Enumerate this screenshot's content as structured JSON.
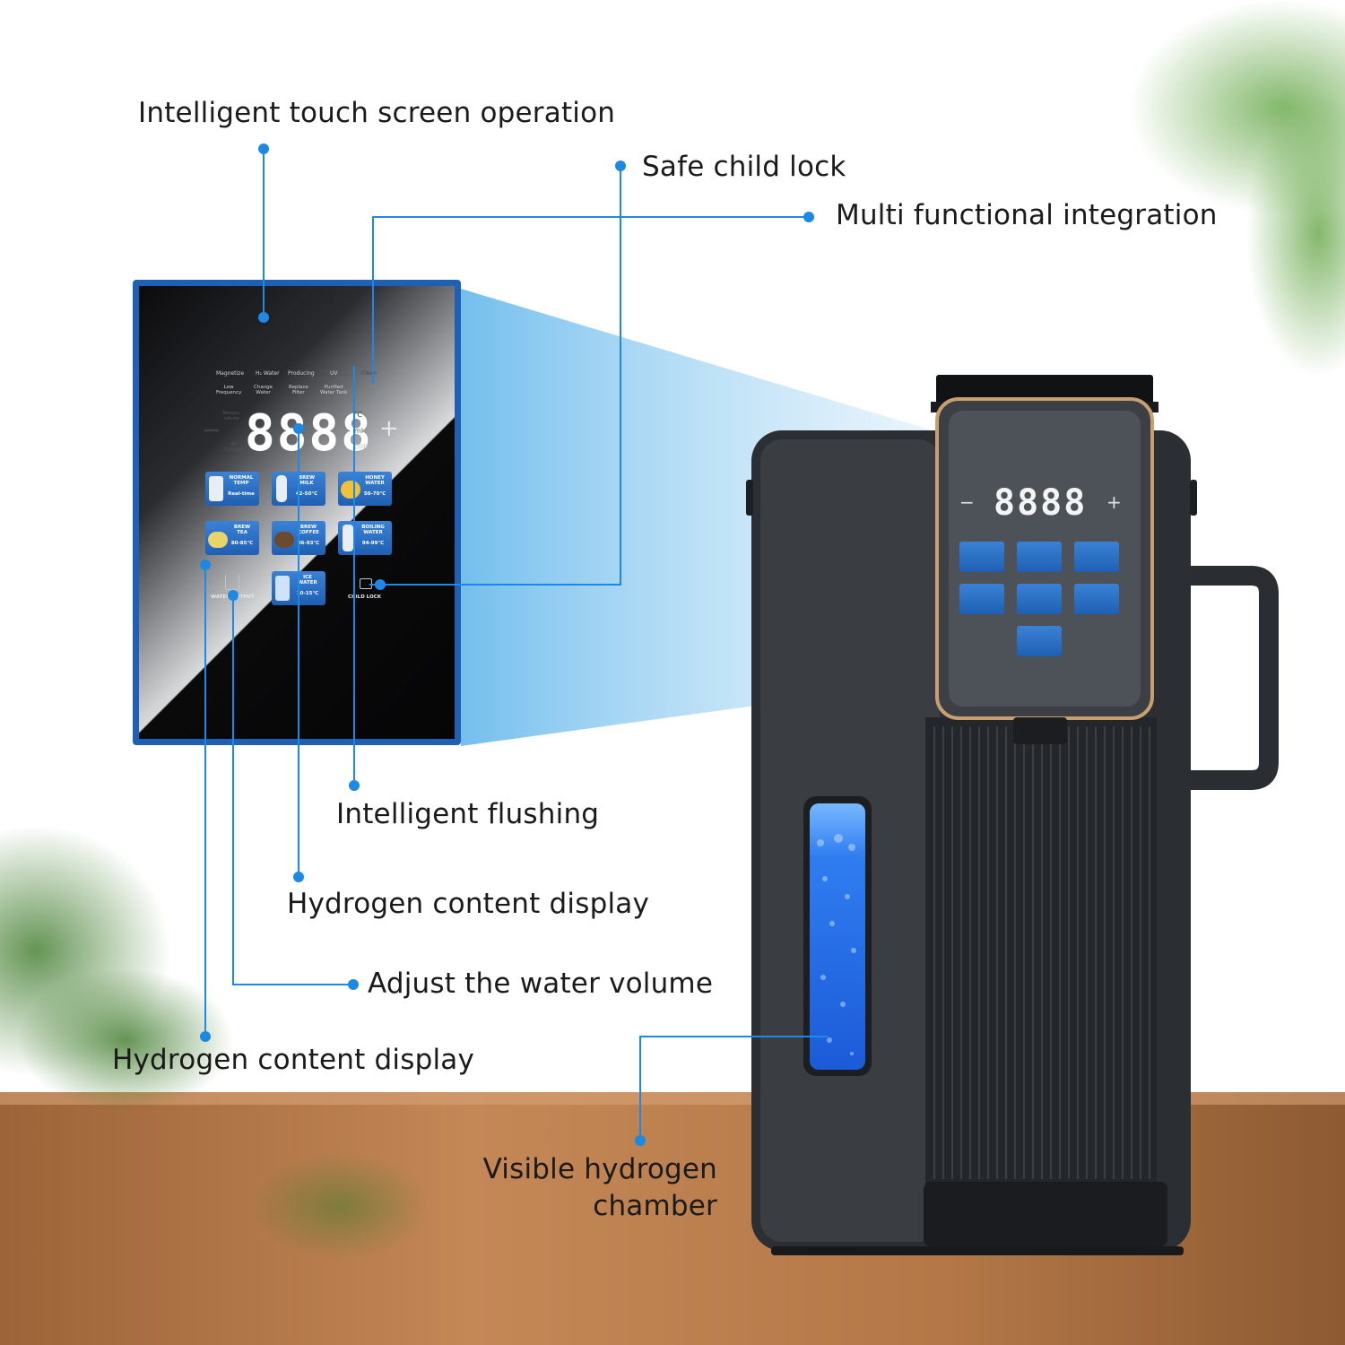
{
  "callouts": {
    "touch_screen": "Intelligent touch screen operation",
    "child_lock": "Safe child lock",
    "multi_function": "Multi functional integration",
    "flushing": "Intelligent flushing",
    "hydrogen_display_1": "Hydrogen content display",
    "water_volume": "Adjust the water volume",
    "hydrogen_display_2": "Hydrogen content display",
    "chamber_line1": "Visible hydrogen",
    "chamber_line2": "chamber"
  },
  "panel": {
    "top_row": [
      "Magnetize",
      "H₂ Water",
      "Producing",
      "UV",
      "Clean"
    ],
    "second_row": [
      {
        "l1": "Low",
        "l2": "Frequency"
      },
      {
        "l1": "Change",
        "l2": "Water"
      },
      {
        "l1": "Replace",
        "l2": "Filter"
      },
      {
        "l1": "Purified",
        "l2": "Water Tank"
      }
    ],
    "temp_label_1": "Tempe-",
    "temp_label_2": "rature",
    "h2_label_1": "H₂",
    "h2_label_2": "Content",
    "display": "8888",
    "unit_c": "℃",
    "unit_ml": "ml",
    "unit_ppb": "ppb",
    "minus": "−",
    "plus": "+",
    "buttons": [
      {
        "l1": "NORMAL",
        "l2": "TEMP",
        "l3": "Real-time"
      },
      {
        "l1": "BREW",
        "l2": "MILK",
        "l3": "42-50℃"
      },
      {
        "l1": "HONEY",
        "l2": "WATER",
        "l3": "50-70℃"
      },
      {
        "l1": "BREW",
        "l2": "TEA",
        "l3": "80-85℃"
      },
      {
        "l1": "BREW",
        "l2": "COFFEE",
        "l3": "86-93℃"
      },
      {
        "l1": "BOILING",
        "l2": "WATER",
        "l3": "94-99℃"
      },
      {
        "l1": "ICE",
        "l2": "WATER",
        "l3": "10-15℃"
      }
    ],
    "water_output": "WATER OUTPUT",
    "child_lock": "CHILD LOCK"
  },
  "colors": {
    "accent": "#1e88e5",
    "panel_border": "#1f5fb4",
    "button_blue": "#2a6fc4",
    "machine": "#2c2f33",
    "table_wood": "#b77a4a",
    "gold_trim": "#c8a070"
  },
  "icons": [
    "cup-icon",
    "bottle-icon",
    "honey-icon",
    "tea-icon",
    "coffee-icon",
    "kettle-icon",
    "ice-icon",
    "water-output-icon",
    "lock-icon"
  ]
}
